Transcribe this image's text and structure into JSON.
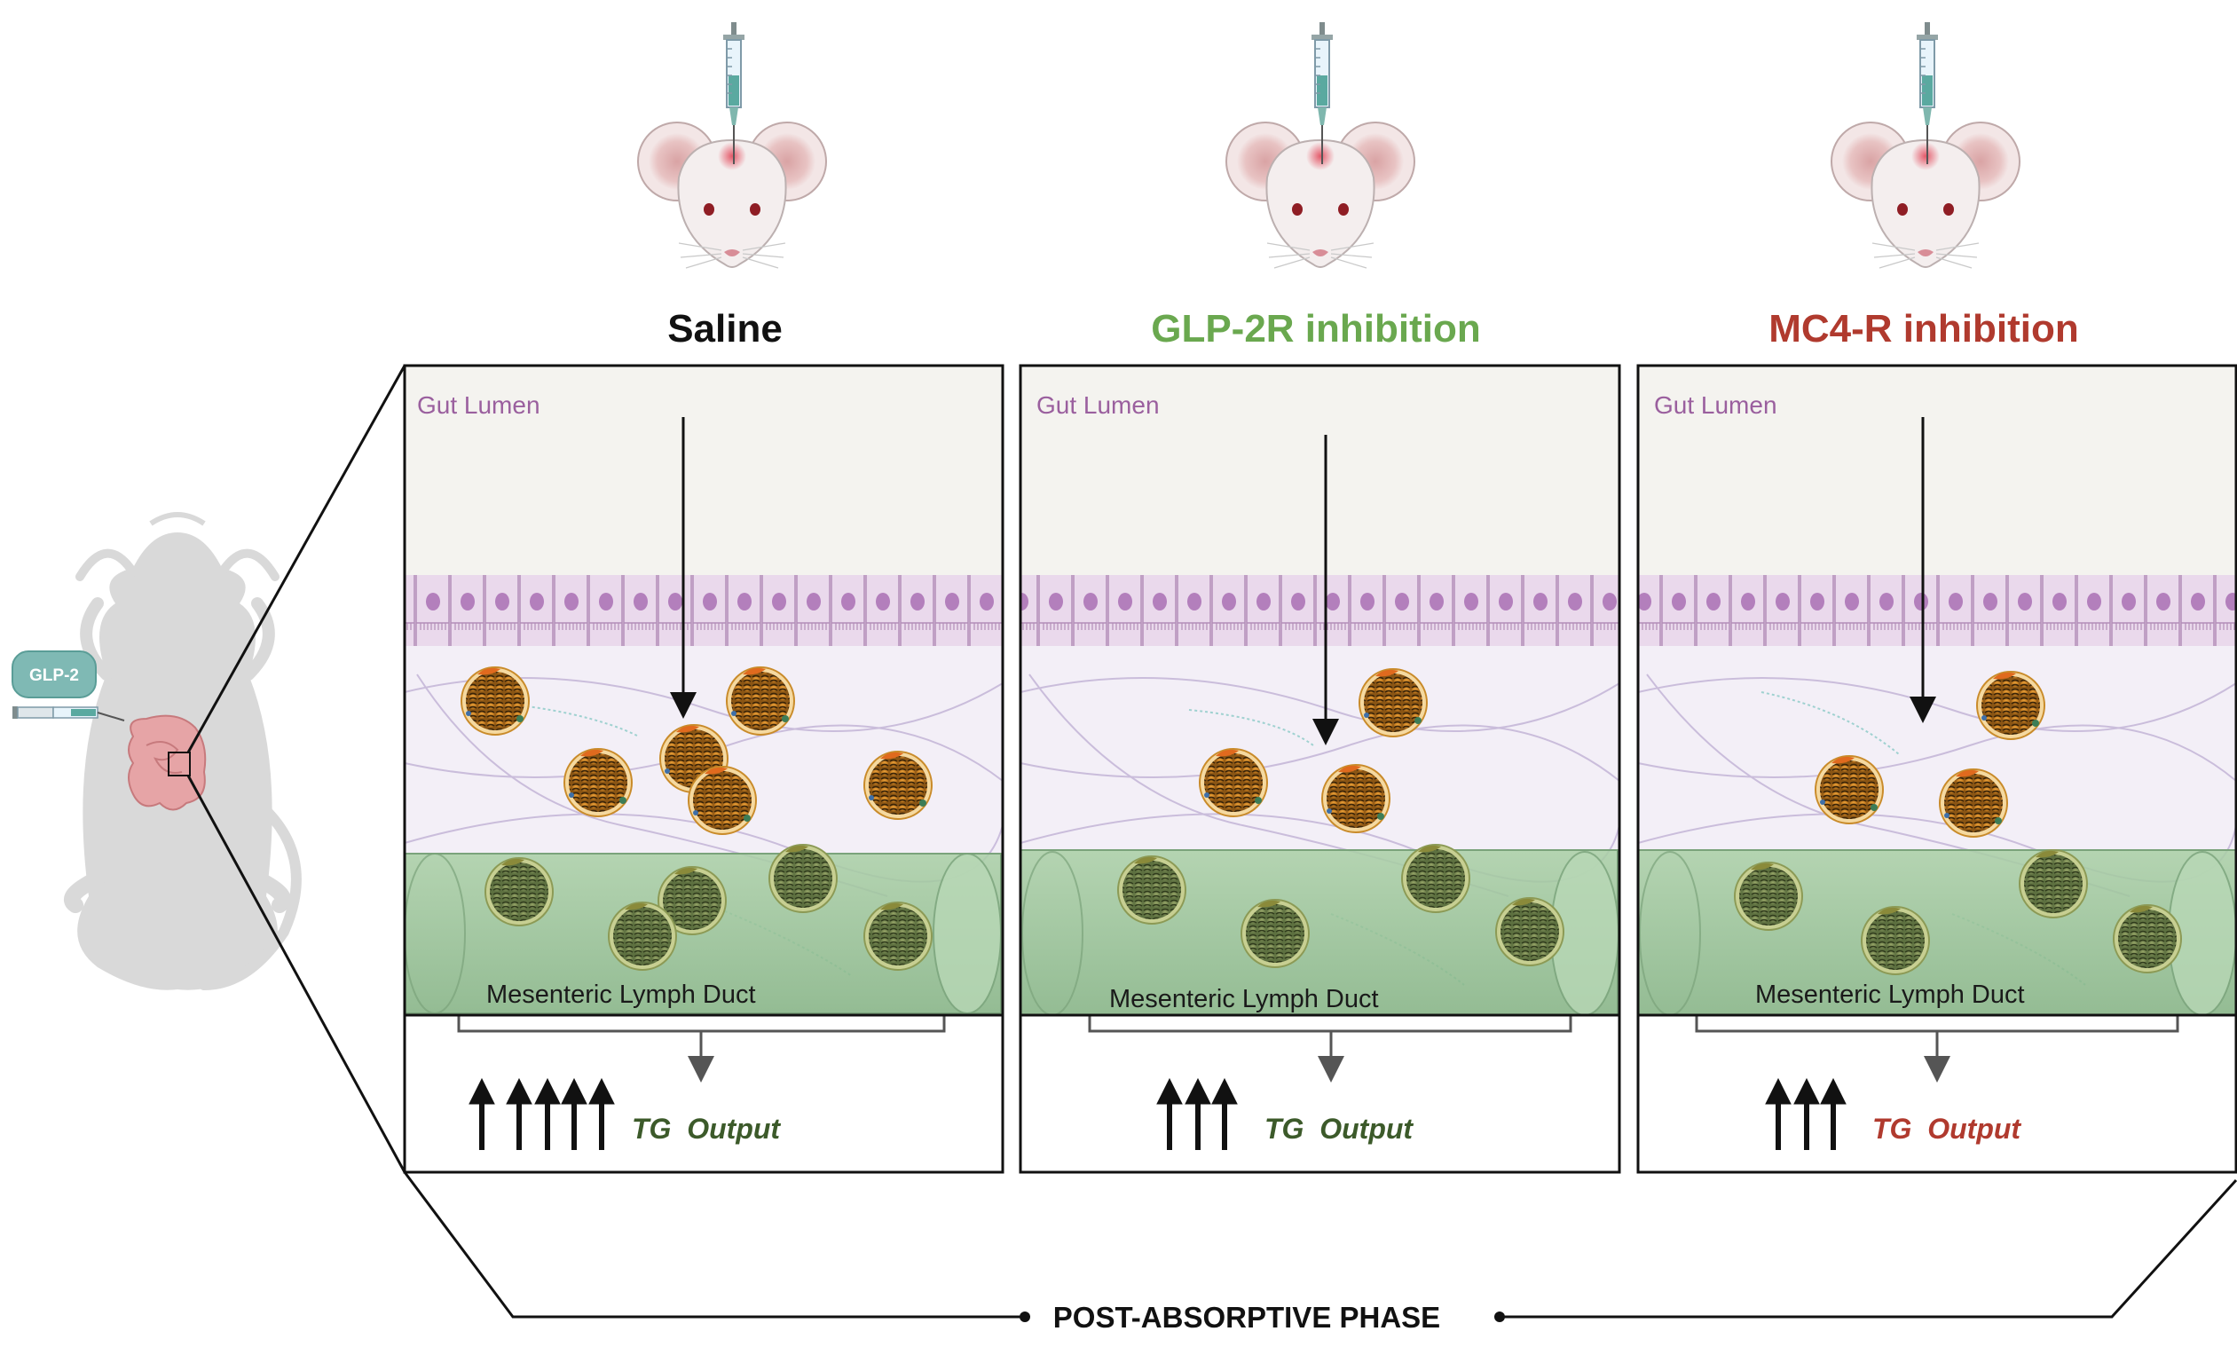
{
  "colors": {
    "saline": "#111111",
    "glp2r": "#6aa84f",
    "mc4r": "#b03a2e",
    "tg_green": "#3c5a2a",
    "lumen_text": "#9a5f9e",
    "badge": "#7fb9b4"
  },
  "injected_hormone": "GLP-2",
  "phase_label": "POST-ABSORPTIVE PHASE",
  "panels": [
    {
      "title": "Saline",
      "title_color": "#111111",
      "lumen_label": "Gut Lumen",
      "duct_label": "Mesenteric Lymph Duct",
      "tg_label": "TG  Output",
      "tg_color": "#3c5a2a",
      "tg_arrow_count": 5
    },
    {
      "title": "GLP-2R inhibition",
      "title_color": "#6aa84f",
      "lumen_label": "Gut Lumen",
      "duct_label": "Mesenteric Lymph Duct",
      "tg_label": "TG  Output",
      "tg_color": "#3c5a2a",
      "tg_arrow_count": 3
    },
    {
      "title": "MC4-R inhibition",
      "title_color": "#b03a2e",
      "lumen_label": "Gut Lumen",
      "duct_label": "Mesenteric Lymph Duct",
      "tg_label": "TG  Output",
      "tg_color": "#b03a2e",
      "tg_arrow_count": 3
    }
  ],
  "icons": [
    "mouse-head-icon",
    "syringe-icon",
    "mouse-body-icon",
    "chylomicron-icon",
    "intestine-icon"
  ]
}
